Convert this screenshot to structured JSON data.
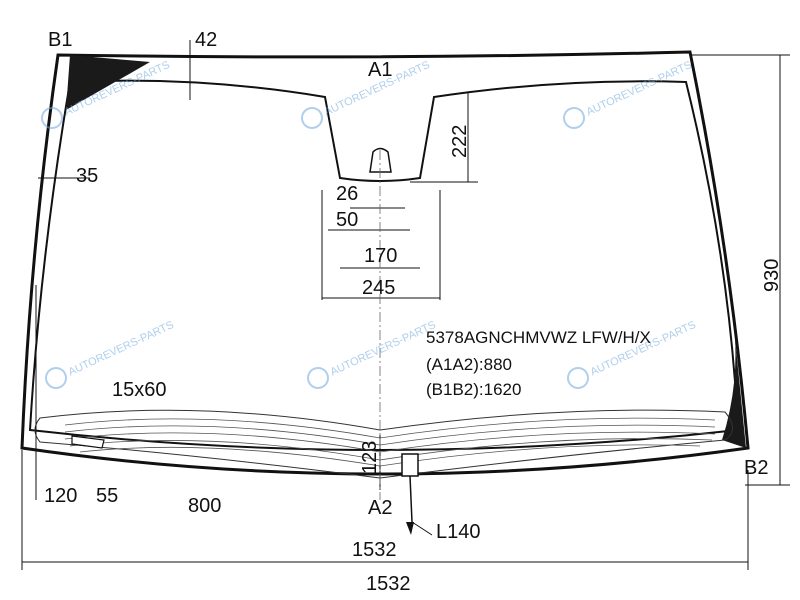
{
  "drawing": {
    "part_code": "5378AGNCHMVWZ LFW/H/X",
    "lengths": {
      "a1a2": "(A1A2):880",
      "b1b2": "(B1B2):1620"
    },
    "points": {
      "a1": "A1",
      "a2": "A2",
      "b1": "B1",
      "b2": "B2"
    },
    "dims": {
      "d42": "42",
      "d35": "35",
      "d222": "222",
      "d26": "26",
      "d50": "50",
      "d170": "170",
      "d245": "245",
      "d930": "930",
      "d123": "123",
      "d15x60": "15x60",
      "d120": "120",
      "d55": "55",
      "d800": "800",
      "dL140": "L140",
      "d1532": "1532"
    }
  },
  "watermark": {
    "text": "AUTOREVERS-PARTS",
    "logo": "AR"
  },
  "colors": {
    "line": "#111111",
    "watermark": "#6fa8dc",
    "fill_dark": "#1a1a1a"
  }
}
